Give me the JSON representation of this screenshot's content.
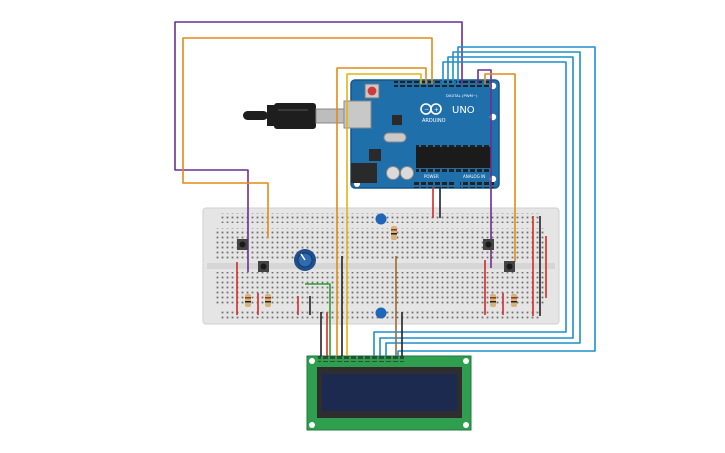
{
  "board": {
    "brand": "ARDUINO",
    "model": "UNO",
    "header_digital": "DIGITAL (PWM~)",
    "header_power": "POWER",
    "header_analog": "ANALOG IN"
  },
  "colors": {
    "board_blue": "#1f6fab",
    "board_edge": "#165786",
    "breadboard": "#e6e6e6",
    "lcd_pcb": "#2f9e4f",
    "lcd_screen": "#1c2a4f",
    "wire_purple": "#6b2f8f",
    "wire_orange": "#e08c18",
    "wire_blue": "#1e8fc9",
    "wire_red": "#d22a2a",
    "wire_black": "#222222",
    "wire_brown": "#9a6a3a",
    "wire_green": "#2f9e2f",
    "wire_yellow": "#e0b418"
  },
  "icons": [
    "usb-cable-icon",
    "potentiometer-icon",
    "pushbutton-icon",
    "resistor-icon",
    "capacitor-icon",
    "reset-button-icon"
  ]
}
